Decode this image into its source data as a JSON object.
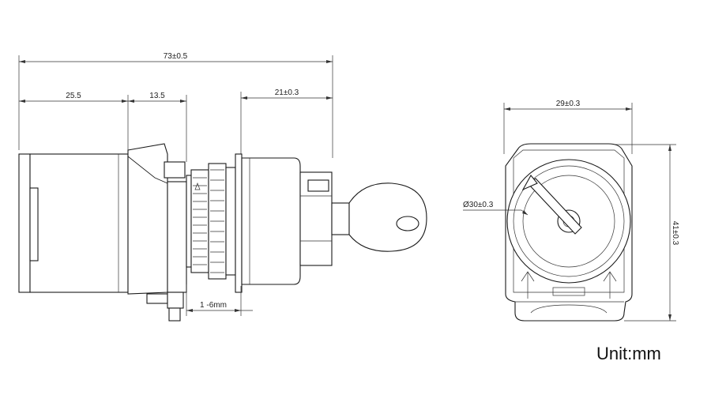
{
  "dimensions": {
    "overall_length": "73±0.5",
    "rear_body": "25.5",
    "mid_section": "13.5",
    "front_section": "21±0.3",
    "panel_thickness": "1 -6mm",
    "front_width": "29±0.3",
    "front_height": "41±0.3",
    "bezel_diameter": "Ø30±0.3"
  },
  "unit_label": "Unit:mm"
}
